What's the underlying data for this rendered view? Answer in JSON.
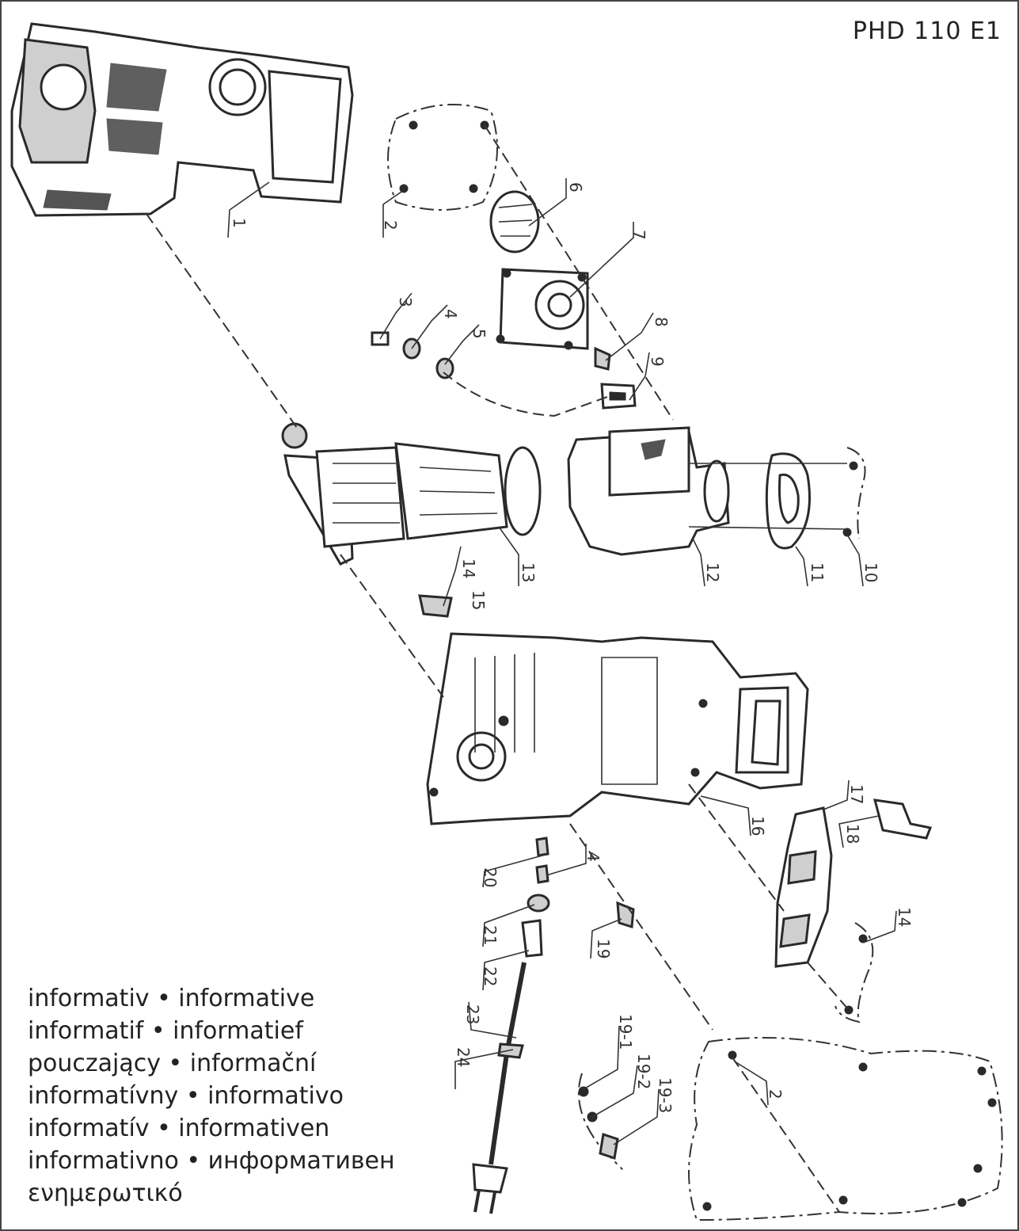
{
  "model": "PHD 110 E1",
  "legend_lines": [
    "informativ • informative",
    "informatif • informatief",
    "pouczający • informační",
    "informatívny • informativo",
    "informatív • informativen",
    "informativno • информативен",
    "ενημερωτικό"
  ],
  "part_labels": {
    "p1": "1",
    "p2a": "2",
    "p2b": "2",
    "p3": "3",
    "p4a": "4",
    "p4b": "4",
    "p5": "5",
    "p6": "6",
    "p7": "7",
    "p8": "8",
    "p9": "9",
    "p10": "10",
    "p11": "11",
    "p12": "12",
    "p13": "13",
    "p14a": "14",
    "p14b": "14",
    "p15": "15",
    "p16": "16",
    "p17": "17",
    "p18": "18",
    "p19": "19",
    "p19_1": "19-1",
    "p19_2": "19-2",
    "p19_3": "19-3",
    "p20": "20",
    "p21": "21",
    "p22": "22",
    "p23": "23",
    "p24": "24"
  }
}
